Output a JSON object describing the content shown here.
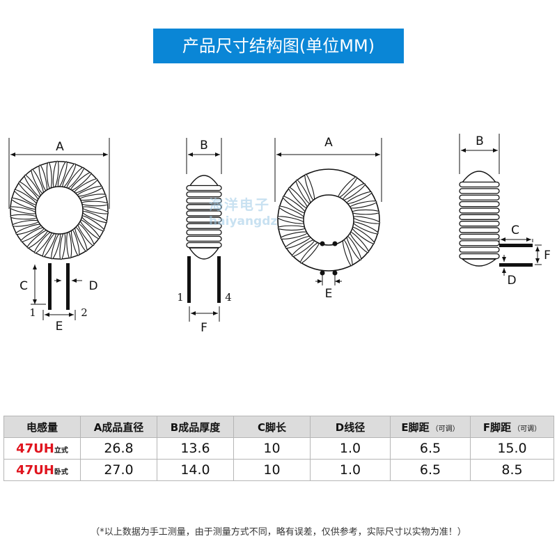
{
  "header": {
    "title": "产品尺寸结构图(单位MM)"
  },
  "watermark": {
    "line1": "海洋电子",
    "line2": "haiyangdz"
  },
  "diagram": {
    "labels": [
      "A",
      "B",
      "C",
      "D",
      "E",
      "F"
    ],
    "pins": [
      "1",
      "2",
      "4"
    ]
  },
  "table": {
    "columns": [
      {
        "main": "电感量",
        "sub": ""
      },
      {
        "main": "A成品直径",
        "sub": ""
      },
      {
        "main": "B成品厚度",
        "sub": ""
      },
      {
        "main": "C脚长",
        "sub": ""
      },
      {
        "main": "D线径",
        "sub": ""
      },
      {
        "main": "E脚距",
        "sub": "（可调）"
      },
      {
        "main": "F脚距",
        "sub": "（可调）"
      }
    ],
    "rows": [
      {
        "inductance": "47UH",
        "mount": "立式",
        "values": [
          "26.8",
          "13.6",
          "10",
          "1.0",
          "6.5",
          "15.0"
        ]
      },
      {
        "inductance": "47UH",
        "mount": "卧式",
        "values": [
          "27.0",
          "14.0",
          "10",
          "1.0",
          "6.5",
          "8.5"
        ]
      }
    ]
  },
  "note": "（*以上数据为手工测量，由于测量方式不同，略有误差，仅供参考，实际尺寸以实物为准！）"
}
